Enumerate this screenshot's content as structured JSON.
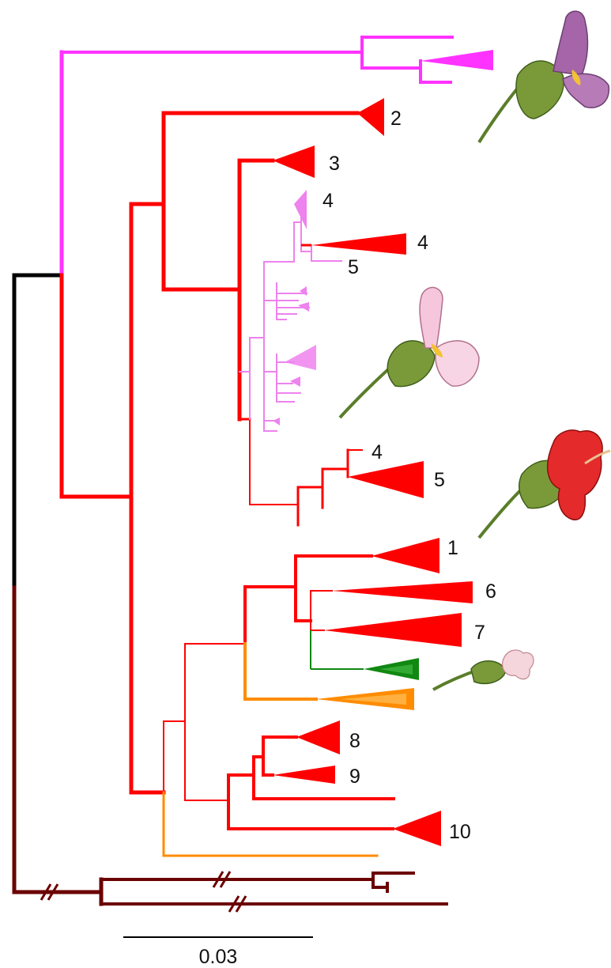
{
  "colors": {
    "root": "#000000",
    "outgroup": "#6b0000",
    "magenta": "#ff33ff",
    "pink": "#ee82ee",
    "red": "#ff0000",
    "orange": "#ff8c00",
    "green": "#118811"
  },
  "clade_labels": {
    "c1": "1",
    "c2": "2",
    "c3": "3",
    "c4a": "4",
    "c4b": "4",
    "c4c": "4",
    "c5a": "5",
    "c5b": "5",
    "c6": "6",
    "c7": "7",
    "c8": "8",
    "c9": "9",
    "c10": "10"
  },
  "scale_bar": {
    "label": "0.03",
    "value": 0.03
  },
  "flower_icons": [
    "purple-flower-icon",
    "pink-flower-icon",
    "red-flower-icon",
    "small-white-flower-icon"
  ]
}
